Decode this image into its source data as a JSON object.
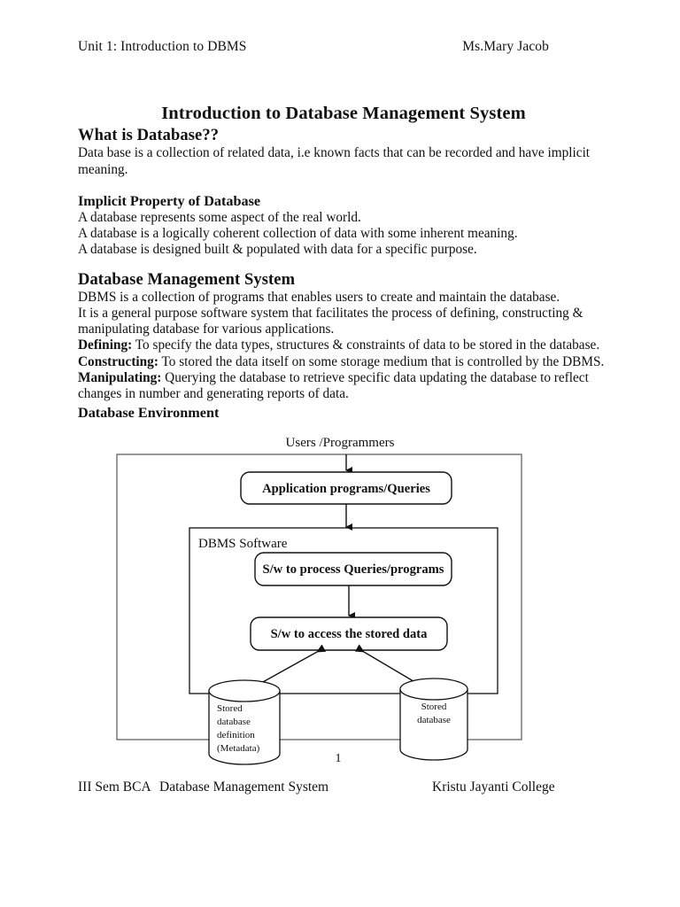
{
  "header": {
    "left": "Unit 1:  Introduction  to DBMS",
    "right": "Ms.Mary Jacob"
  },
  "document": {
    "title": "Introduction to Database Management System",
    "sections": [
      {
        "heading": "What is Database??",
        "paragraphs": [
          "Data base is a collection of related data, i.e known facts that can be recorded and have implicit meaning."
        ]
      },
      {
        "heading": "Implicit Property of Database",
        "paragraphs": [
          "A database represents some aspect of the real world.",
          "A database is a logically coherent collection of data with some inherent meaning.",
          "A database is designed built & populated with data for a specific purpose."
        ]
      },
      {
        "heading": "Database Management System",
        "paragraphs": [
          "DBMS is a collection of programs that enables users to create and maintain the database.",
          "It is a general purpose software system that facilitates the process of defining, constructing & manipulating database for various applications."
        ],
        "definitions": [
          {
            "term": "Defining:",
            "text": " To specify the data types, structures & constraints of data to be stored in the database."
          },
          {
            "term": "Constructing:",
            "text": " To stored the data itself on some storage medium that is controlled by the DBMS."
          },
          {
            "term": "Manipulating:",
            "text": " Querying the database to retrieve specific data updating the database to reflect changes in number and generating reports of data."
          }
        ]
      },
      {
        "heading": "Database Environment"
      }
    ]
  },
  "diagram": {
    "users_label": "Users /Programmers",
    "dbms_software_label": "DBMS Software",
    "boxes": [
      {
        "id": "application-programs",
        "label": "Application programs/Queries"
      },
      {
        "id": "process-queries",
        "label": "S/w to process Queries/programs"
      },
      {
        "id": "access-stored-data",
        "label": "S/w to access the stored data"
      }
    ],
    "cylinders": [
      {
        "id": "stored-database-definition",
        "lines": [
          "Stored",
          "database",
          "definition",
          "(Metadata)"
        ]
      },
      {
        "id": "stored-database",
        "lines": [
          "Stored",
          "database"
        ]
      }
    ],
    "page_number": "1",
    "stroke_color": "#1a1a1a"
  },
  "footer": {
    "left": "III Sem BCA",
    "middle": "Database Management System",
    "right": "Kristu Jayanti College"
  }
}
